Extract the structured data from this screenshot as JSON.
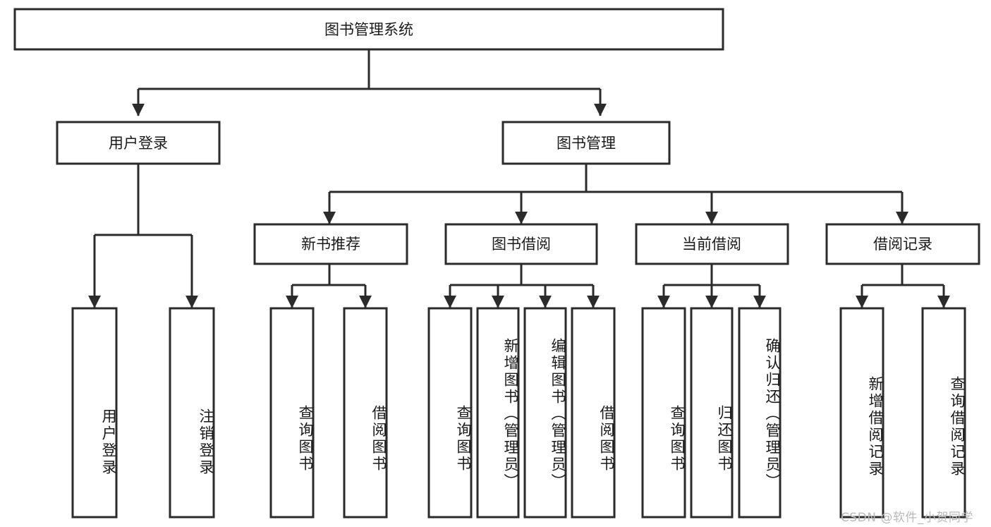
{
  "diagram": {
    "type": "tree-hierarchy",
    "title": "图书管理系统",
    "root": {
      "id": "root",
      "label": "图书管理系统",
      "orientation": "horizontal"
    },
    "level1": [
      {
        "id": "user-login",
        "label": "用户登录",
        "orientation": "horizontal"
      },
      {
        "id": "book-management",
        "label": "图书管理",
        "orientation": "horizontal"
      }
    ],
    "level2": [
      {
        "id": "new-book-recommend",
        "label": "新书推荐",
        "orientation": "horizontal",
        "parent": "book-management"
      },
      {
        "id": "book-borrow",
        "label": "图书借阅",
        "orientation": "horizontal",
        "parent": "book-management"
      },
      {
        "id": "current-borrow",
        "label": "当前借阅",
        "orientation": "horizontal",
        "parent": "book-management"
      },
      {
        "id": "borrow-record",
        "label": "借阅记录",
        "orientation": "horizontal",
        "parent": "book-management"
      }
    ],
    "leaves": [
      {
        "id": "leaf-user-login",
        "label": "用户登录",
        "parent": "user-login",
        "orientation": "vertical"
      },
      {
        "id": "leaf-logout",
        "label": "注销登录",
        "parent": "user-login",
        "orientation": "vertical"
      },
      {
        "id": "leaf-query-book-1",
        "label": "查询图书",
        "parent": "new-book-recommend",
        "orientation": "vertical"
      },
      {
        "id": "leaf-borrow-book-1",
        "label": "借阅图书",
        "parent": "new-book-recommend",
        "orientation": "vertical"
      },
      {
        "id": "leaf-query-book-2",
        "label": "查询图书",
        "parent": "book-borrow",
        "orientation": "vertical"
      },
      {
        "id": "leaf-add-book",
        "label": "新增图书（管理员）",
        "parent": "book-borrow",
        "orientation": "vertical"
      },
      {
        "id": "leaf-edit-book",
        "label": "编辑图书（管理员）",
        "parent": "book-borrow",
        "orientation": "vertical"
      },
      {
        "id": "leaf-borrow-book-2",
        "label": "借阅图书",
        "parent": "book-borrow",
        "orientation": "vertical"
      },
      {
        "id": "leaf-query-book-3",
        "label": "查询图书",
        "parent": "current-borrow",
        "orientation": "vertical"
      },
      {
        "id": "leaf-return-book",
        "label": "归还图书",
        "parent": "current-borrow",
        "orientation": "vertical"
      },
      {
        "id": "leaf-confirm-return",
        "label": "确认归还（管理员）",
        "parent": "current-borrow",
        "orientation": "vertical"
      },
      {
        "id": "leaf-add-record",
        "label": "新增借阅记录",
        "parent": "borrow-record",
        "orientation": "vertical"
      },
      {
        "id": "leaf-query-record",
        "label": "查询借阅记录",
        "parent": "borrow-record",
        "orientation": "vertical"
      }
    ],
    "colors": {
      "stroke": "#2b2b2b",
      "fill": "#ffffff",
      "text": "#1a1a1a",
      "watermark": "#b9b9b9"
    }
  },
  "watermark": {
    "text": "CSDN @软件_小贺同学"
  }
}
